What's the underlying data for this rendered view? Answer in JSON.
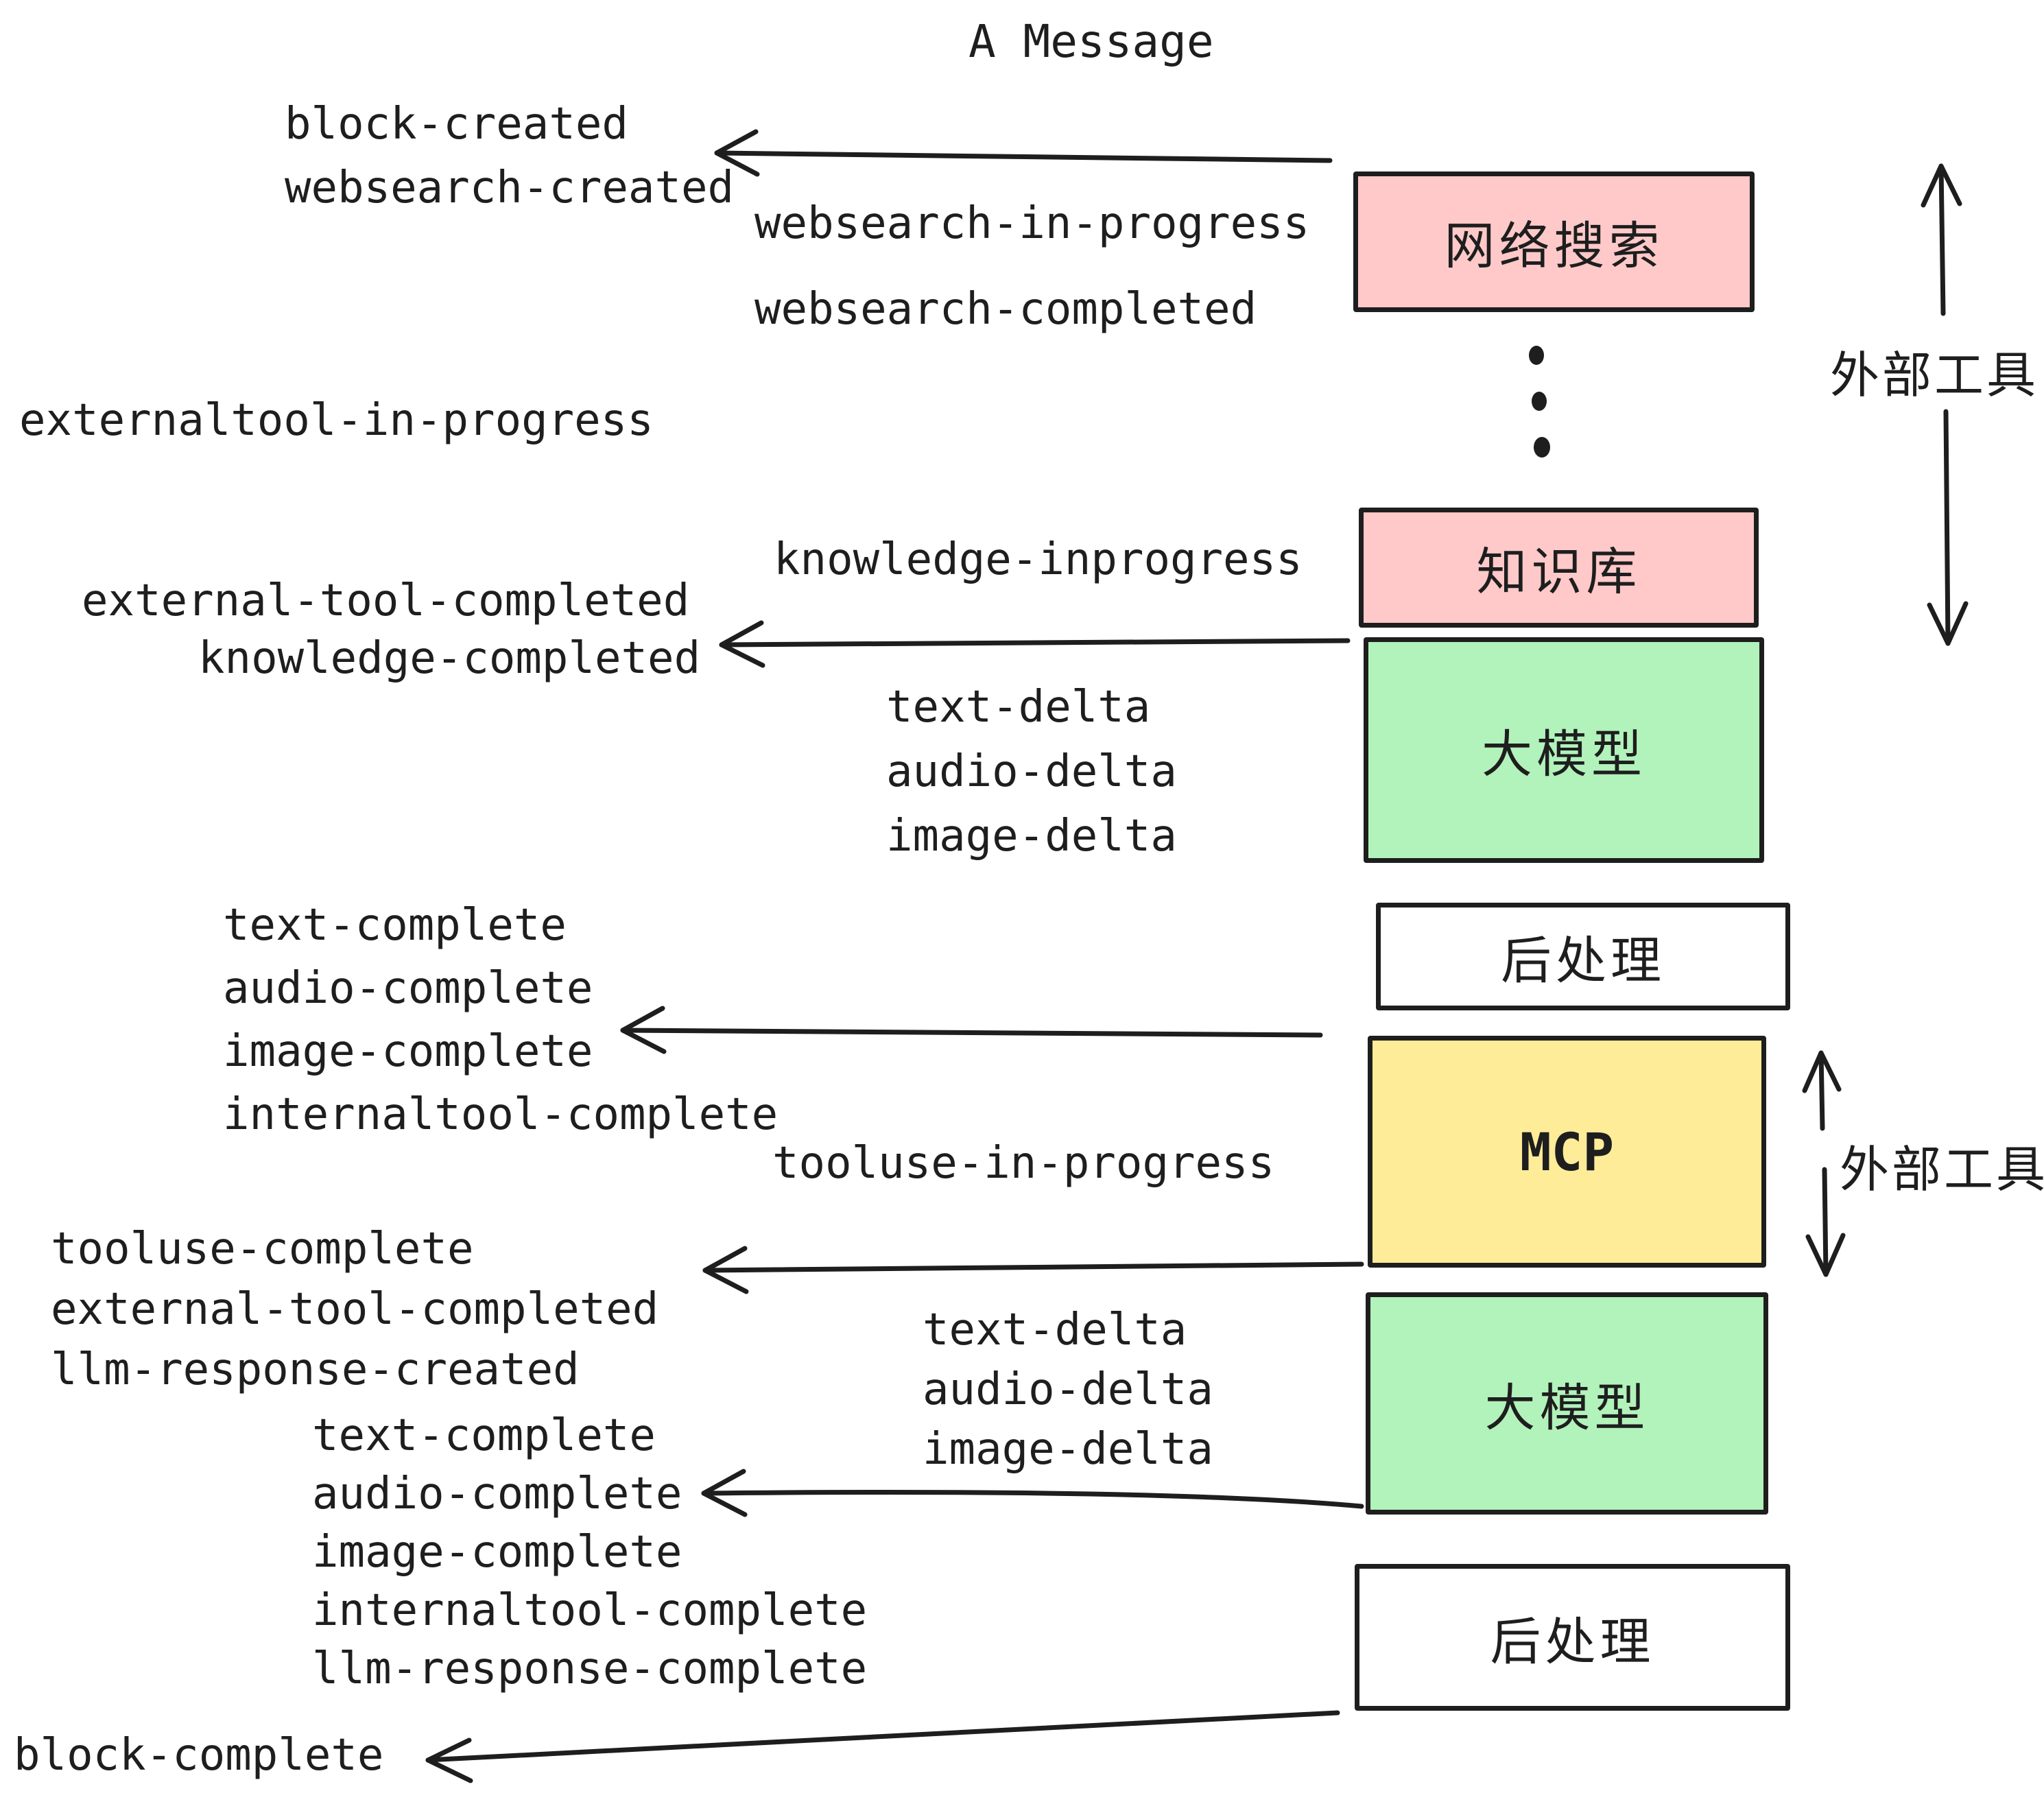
{
  "diagram_title": "A Message",
  "colors": {
    "pink": "#ffc9c9",
    "green": "#b2f2bb",
    "yellow": "#ffec99",
    "white": "#ffffff",
    "stroke": "#1e1e1e"
  },
  "boxes": {
    "websearch": {
      "label": "网络搜索"
    },
    "knowledge": {
      "label": "知识库"
    },
    "llm_top": {
      "label": "大模型"
    },
    "postprocess_top": {
      "label": "后处理"
    },
    "mcp": {
      "label": "MCP"
    },
    "llm_bottom": {
      "label": "大模型"
    },
    "postprocess_bottom": {
      "label": "后处理"
    }
  },
  "side_labels": {
    "external_tools_top": "外部工具",
    "external_tools_bottom": "外部工具"
  },
  "events": {
    "block_created": "block-created",
    "websearch_created": "websearch-created",
    "websearch_in_progress": "websearch-in-progress",
    "websearch_completed": "websearch-completed",
    "externaltool_in_progress": "externaltool-in-progress",
    "knowledge_inprogress": "knowledge-inprogress",
    "external_tool_completed_1": "external-tool-completed",
    "knowledge_completed": "knowledge-completed",
    "text_delta_1": "text-delta",
    "audio_delta_1": "audio-delta",
    "image_delta_1": "image-delta",
    "text_complete_1": "text-complete",
    "audio_complete_1": "audio-complete",
    "image_complete_1": "image-complete",
    "internaltool_complete_1": "internaltool-complete",
    "tooluse_in_progress": "tooluse-in-progress",
    "tooluse_complete": "tooluse-complete",
    "external_tool_completed_2": "external-tool-completed",
    "llm_response_created": "llm-response-created",
    "text_delta_2": "text-delta",
    "audio_delta_2": "audio-delta",
    "image_delta_2": "image-delta",
    "text_complete_2": "text-complete",
    "audio_complete_2": "audio-complete",
    "image_complete_2": "image-complete",
    "internaltool_complete_2": "internaltool-complete",
    "llm_response_complete": "llm-response-complete",
    "block_complete": "block-complete"
  }
}
